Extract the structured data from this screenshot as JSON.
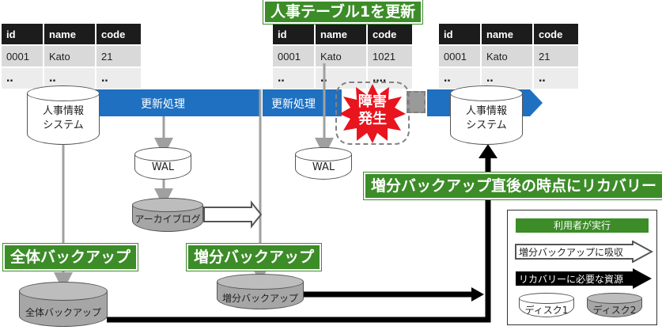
{
  "tables": [
    {
      "columns": [
        "id",
        "name",
        "code"
      ],
      "rows": [
        [
          "0001",
          "Kato",
          "21"
        ],
        [
          "‥",
          "‥",
          "‥"
        ]
      ]
    },
    {
      "columns": [
        "id",
        "name",
        "code"
      ],
      "rows": [
        [
          "0001",
          "Kato",
          "1021"
        ],
        [
          "‥",
          "‥",
          "‥‥"
        ]
      ]
    },
    {
      "columns": [
        "id",
        "name",
        "code"
      ],
      "rows": [
        [
          "0001",
          "Kato",
          "21"
        ],
        [
          "‥",
          "‥",
          "‥"
        ]
      ]
    }
  ],
  "labels": {
    "update_table": "人事テーブル1を更新",
    "recovery_point": "増分バックアップ直後の時点にリカバリー",
    "full_backup": "全体バックアップ",
    "incremental_backup": "増分バックアップ"
  },
  "flow": {
    "update_process_1": "更新処理",
    "update_process_2": "更新処理",
    "failure_line1": "障害",
    "failure_line2": "発生"
  },
  "storage": {
    "hr_system_line1": "人事情報",
    "hr_system_line2": "システム",
    "hr_system2_line1": "人事情報",
    "hr_system2_line2": "システム",
    "wal1": "WAL",
    "wal2": "WAL",
    "archive_log": "アーカイブログ",
    "full_backup_disk": "全体バックアップ",
    "incremental_backup_disk": "増分バックアップ"
  },
  "legend": {
    "title": "利用者が実行",
    "absorb": "増分バックアップに吸収",
    "resources": "リカバリーに必要な資源",
    "disk1": "ディスク1",
    "disk2": "ディスク2"
  },
  "colors": {
    "flow_blue": "#1f70c1",
    "label_green": "#3c8c28",
    "failure_red": "#e8141e",
    "disk2_gray": "#a6a6a6"
  }
}
